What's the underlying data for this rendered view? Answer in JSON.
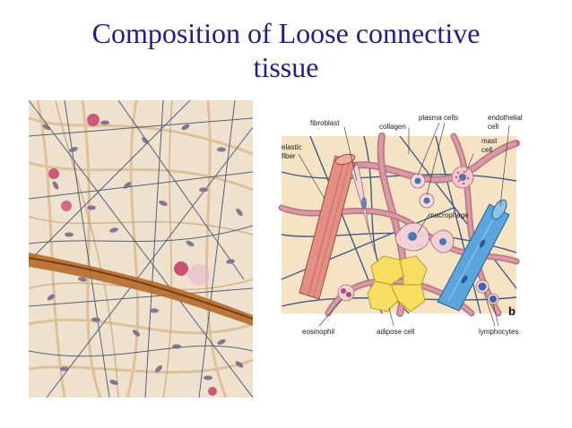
{
  "slide": {
    "title_line1": "Composition of Loose connective",
    "title_line2": "tissue"
  },
  "colors": {
    "title": "#1f1f8f",
    "diagram_background": "#f6e3c4",
    "collagen": "#c98a92",
    "elastic_fiber": "#e59a8f",
    "endothelial": "#4a9ad6",
    "adipose": "#f7dd60"
  },
  "diagram": {
    "labels": {
      "fibroblast": "fibroblast",
      "collagen": "collagen",
      "plasma_cells": "plasma cells",
      "endothelial_line1": "endothelial",
      "endothelial_line2": "cell",
      "mast_line1": "mast",
      "mast_line2": "cell",
      "elastic_line1": "elastic",
      "elastic_line2": "fiber",
      "macrophage": "macrophage",
      "eosinophil": "eosinophil",
      "adipose_cell": "adipose cell",
      "lymphocytes": "lymphocytes",
      "panel_letter": "b"
    }
  }
}
